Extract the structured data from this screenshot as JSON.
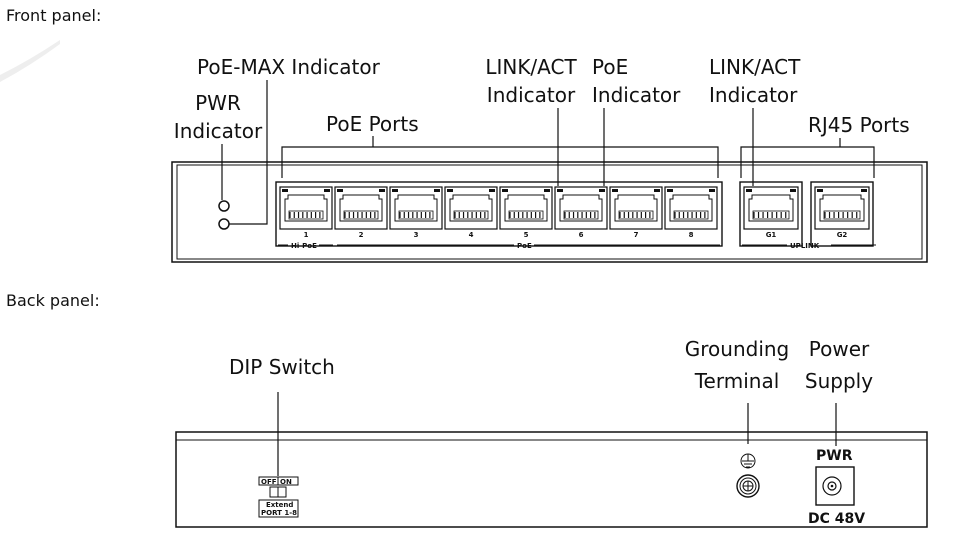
{
  "sections": {
    "front": "Front panel:",
    "back": "Back panel:"
  },
  "front_labels": {
    "poe_max_indicator": "PoE-MAX Indicator",
    "pwr_indicator_1": "PWR",
    "pwr_indicator_2": "Indicator",
    "poe_ports": "PoE Ports",
    "link_act_1": "LINK/ACT",
    "link_act_2": "Indicator",
    "poe_indicator_1": "PoE",
    "poe_indicator_2": "Indicator",
    "uplink_link_act_1": "LINK/ACT",
    "uplink_link_act_2": "Indicator",
    "rj45_ports": "RJ45 Ports"
  },
  "back_labels": {
    "dip_switch": "DIP Switch",
    "grounding_1": "Grounding",
    "grounding_2": "Terminal",
    "power_1": "Power",
    "power_2": "Supply"
  },
  "front_panel": {
    "poe_ports": [
      "1",
      "2",
      "3",
      "4",
      "5",
      "6",
      "7",
      "8"
    ],
    "hi_poe_label": "Hi-PoE",
    "poe_label": "PoE",
    "uplink_ports": [
      "G1",
      "G2"
    ],
    "uplink_label": "UPLINK"
  },
  "back_panel": {
    "dip_off": "OFF",
    "dip_on": "ON",
    "dip_extend": "Extend",
    "dip_port": "PORT 1-8",
    "pwr": "PWR",
    "dc": "DC 48V"
  },
  "icons": {
    "ground": "ground-icon",
    "port": "rj45-port-icon",
    "led": "led-indicator-icon"
  }
}
